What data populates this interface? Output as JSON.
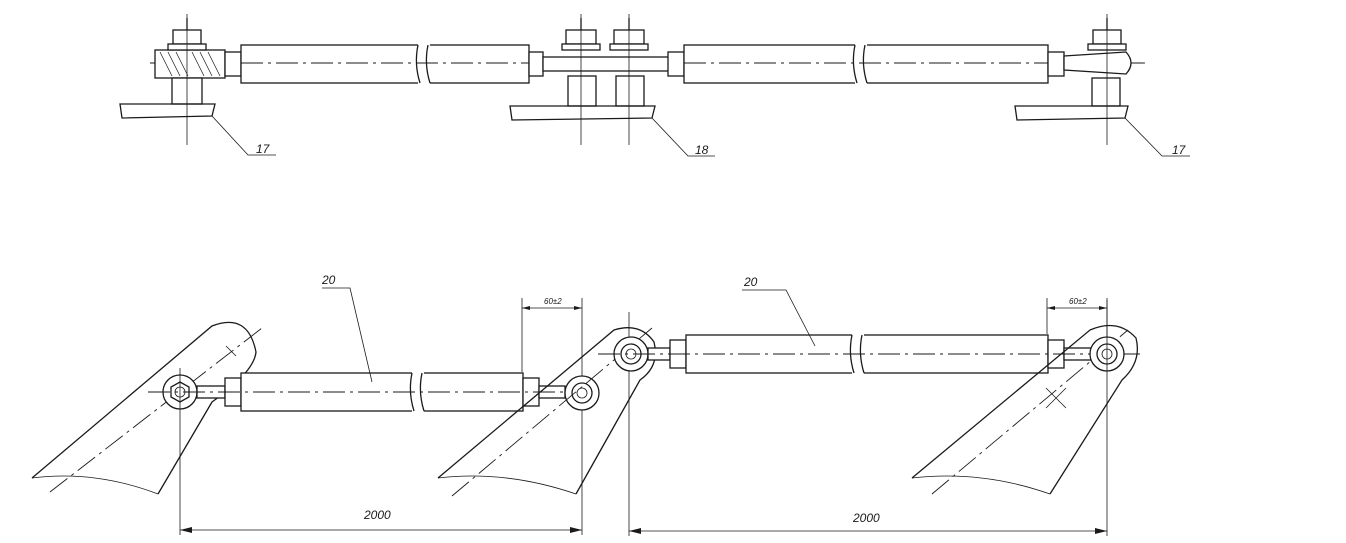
{
  "top_view": {
    "callouts": [
      {
        "id": "left-support",
        "label": "17"
      },
      {
        "id": "middle-support",
        "label": "18"
      },
      {
        "id": "right-support",
        "label": "17"
      }
    ]
  },
  "side_view": {
    "rod_labels": [
      "20",
      "20"
    ],
    "gap_dimensions": [
      "60±2",
      "60±2"
    ],
    "span_dimensions": [
      "2000",
      "2000"
    ]
  }
}
